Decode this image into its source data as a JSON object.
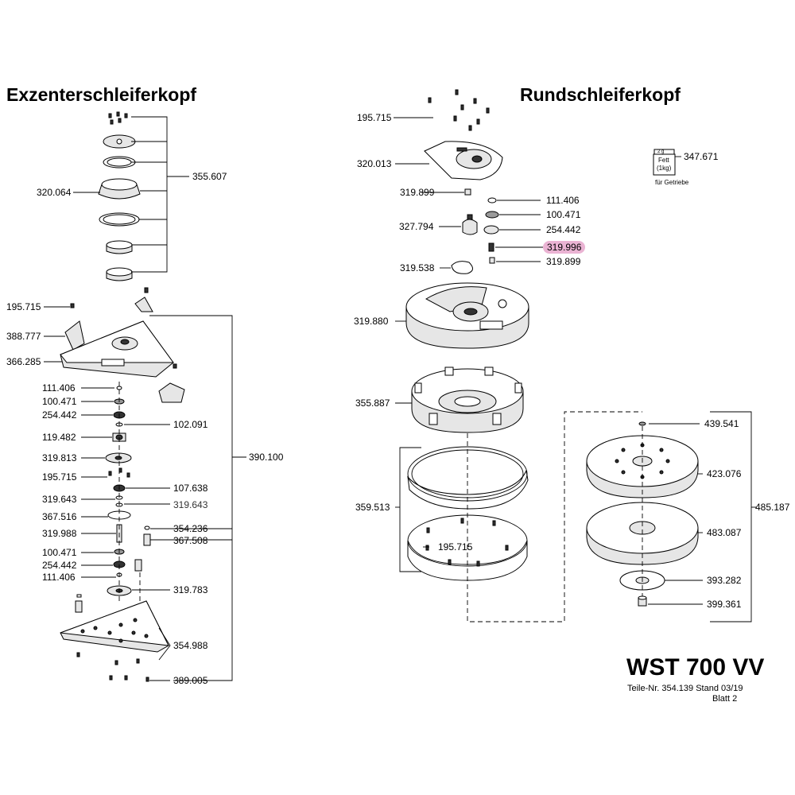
{
  "headings": {
    "left": "Exzenterschleiferkopf",
    "right": "Rundschleiferkopf"
  },
  "labels": {
    "l_195715_top": "195.715",
    "l_388777": "388.777",
    "l_366285": "366.285",
    "l_111406": "111.406",
    "l_100471": "100.471",
    "l_254442": "254.442",
    "l_102091": "102.091",
    "l_119482": "119.482",
    "l_319813": "319.813",
    "l_195715_mid": "195.715",
    "l_107638": "107.638",
    "l_319643": "319.643",
    "l_319643_b": "319.643",
    "l_367516": "367.516",
    "l_354236": "354.236",
    "l_319988": "319.988",
    "l_367508": "367.508",
    "l_100471_b": "100.471",
    "l_254442_b": "254.442",
    "l_111406_b": "111.406",
    "l_319783": "319.783",
    "l_354988": "354.988",
    "l_389005": "389.005",
    "l_390100": "390.100",
    "l_320064": "320.064",
    "l_355607": "355.607",
    "r_195715": "195.715",
    "r_320013": "320.013",
    "r_319899": "319.899",
    "r_111406": "111.406",
    "r_100471": "100.471",
    "r_327794": "327.794",
    "r_254442": "254.442",
    "r_319996": "319.996",
    "r_319538": "319.538",
    "r_319899_b": "319.899",
    "r_319880": "319.880",
    "r_355887": "355.887",
    "r_359513": "359.513",
    "r_195715_b": "195.715",
    "r_439541": "439.541",
    "r_423076": "423.076",
    "r_483087": "483.087",
    "r_393282": "393.282",
    "r_399361": "399.361",
    "r_485187": "485.187",
    "r_347671": "347.671"
  },
  "grease": {
    "jar_top": "2 g",
    "jar_fett": "Fett",
    "jar_kg": "(1kg)",
    "caption": "für Getriebe"
  },
  "title_block": {
    "model": "WST 700 VV",
    "part_line": "Teile-Nr. 354.139   Stand  03/19",
    "sheet": "Blatt 2"
  },
  "colors": {
    "highlight": "#eab3d3",
    "line": "#000000",
    "part_fill": "#e6e6e6"
  }
}
